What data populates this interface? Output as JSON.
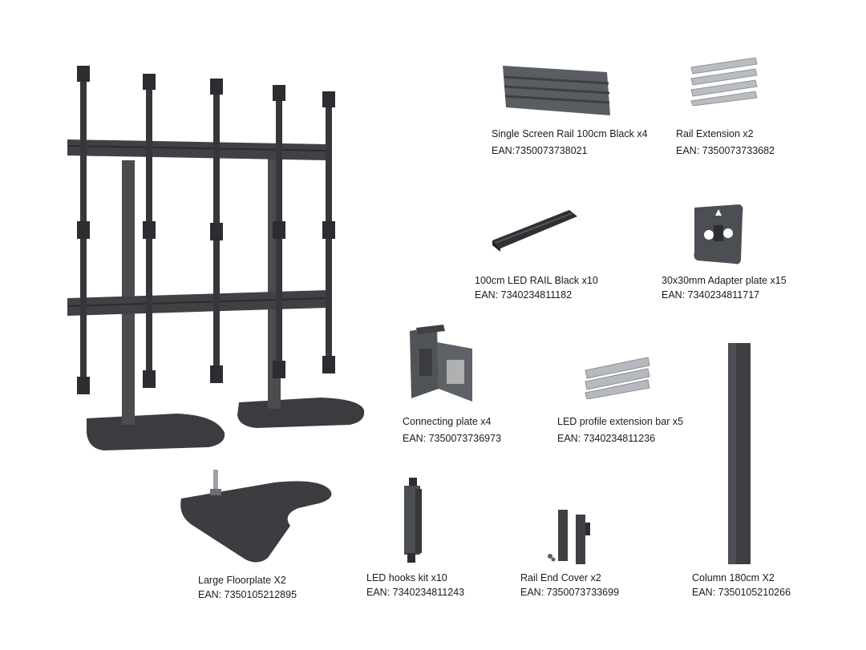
{
  "colors": {
    "steel_dark": "#3d3f42",
    "steel_mid": "#5a5d61",
    "steel_light": "#b9bcc0",
    "background": "#ffffff"
  },
  "items": {
    "single_rail": {
      "label": "Single Screen Rail 100cm Black x4",
      "ean": "EAN:7350073738021"
    },
    "rail_extension": {
      "label": "Rail Extension x2",
      "ean": "EAN: 7350073733682"
    },
    "led_rail": {
      "label": "100cm LED RAIL  Black x10",
      "ean": "EAN: 7340234811182"
    },
    "adapter_plate": {
      "label": "30x30mm Adapter plate x15",
      "ean": "EAN: 7340234811717"
    },
    "connecting_plate": {
      "label": "Connecting plate x4",
      "ean": "EAN: 7350073736973"
    },
    "led_profile_bar": {
      "label": "LED profile extension bar x5",
      "ean": "EAN: 7340234811236"
    },
    "large_floorplate": {
      "label": "Large Floorplate X2",
      "ean": "EAN: 7350105212895"
    },
    "led_hooks": {
      "label": "LED hooks kit x10",
      "ean": "EAN: 7340234811243"
    },
    "rail_end_cover": {
      "label": "Rail End Cover x2",
      "ean": "EAN: 7350073733699"
    },
    "column": {
      "label": "Column 180cm X2",
      "ean": "EAN: 7350105210266"
    }
  }
}
